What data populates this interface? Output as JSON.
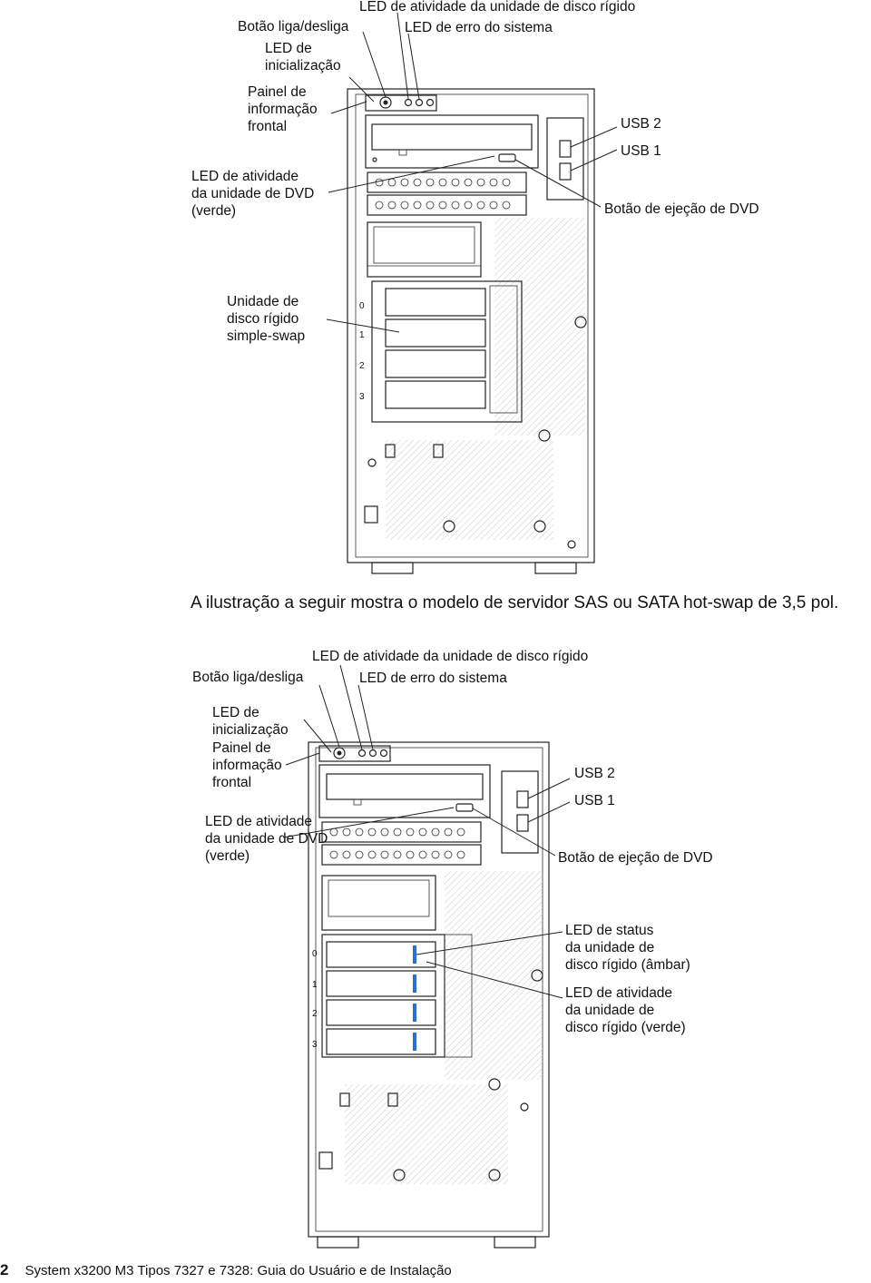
{
  "figure1": {
    "labels": {
      "power_button": "Botão liga/desliga",
      "hdd_activity_led": "LED de atividade da unidade de disco rígido",
      "system_error_led": "LED de erro do sistema",
      "power_on_led": [
        "LED de",
        "inicialização"
      ],
      "operator_panel": [
        "Painel de",
        "informação",
        "frontal"
      ],
      "dvd_activity_led": [
        "LED de atividade",
        "da unidade de DVD",
        "(verde)"
      ],
      "usb2": "USB 2",
      "usb1": "USB 1",
      "dvd_eject": "Botão de ejeção de DVD",
      "simple_swap_hdd": [
        "Unidade de",
        "disco rígido",
        "simple-swap"
      ]
    },
    "bay_numbers": [
      "0",
      "1",
      "2",
      "3"
    ]
  },
  "paragraph": "A ilustração a seguir mostra o modelo de servidor SAS ou SATA hot-swap de 3,5 pol.",
  "figure2": {
    "labels": {
      "power_button": "Botão liga/desliga",
      "hdd_activity_led": "LED de atividade da unidade de disco rígido",
      "system_error_led": "LED de erro do sistema",
      "power_on_led": [
        "LED de",
        "inicialização"
      ],
      "operator_panel": [
        "Painel de",
        "informação",
        "frontal"
      ],
      "dvd_activity_led": [
        "LED de atividade",
        "da unidade de DVD",
        "(verde)"
      ],
      "usb2": "USB 2",
      "usb1": "USB 1",
      "dvd_eject": "Botão de ejeção de DVD",
      "hdd_status_led": [
        "LED de status",
        "da unidade de",
        "disco rígido (âmbar)"
      ],
      "hdd_activity_led2": [
        "LED de atividade",
        "da unidade de",
        "disco rígido (verde)"
      ]
    },
    "bay_numbers": [
      "0",
      "1",
      "2",
      "3"
    ]
  },
  "footer": {
    "page_number": "2",
    "title": "System x3200 M3 Tipos 7327 e 7328: Guia do Usuário e de Instalação"
  }
}
